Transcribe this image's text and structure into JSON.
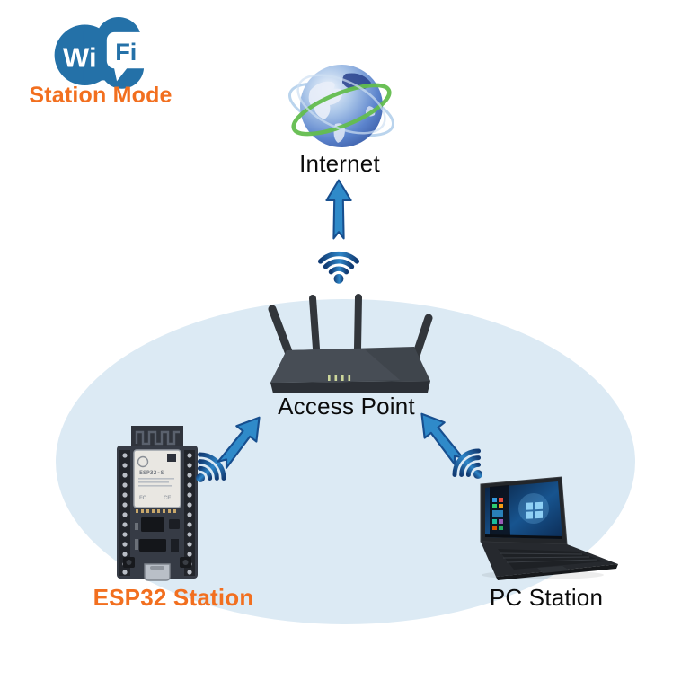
{
  "header": {
    "logo": {
      "wi": "Wi",
      "fi": "Fi"
    },
    "mode_label": "Station Mode"
  },
  "nodes": {
    "internet": {
      "label": "Internet"
    },
    "access_point": {
      "label": "Access Point"
    },
    "esp32": {
      "label": "ESP32 Station",
      "module_text": "ESP32-S",
      "fcc_mark": "FC",
      "ce_mark": "CE"
    },
    "pc": {
      "label": "PC Station"
    }
  },
  "connections": [
    {
      "from": "access_point",
      "to": "internet",
      "type": "arrow-up",
      "signal": "wifi"
    },
    {
      "from": "esp32",
      "to": "access_point",
      "type": "arrow-diagonal",
      "signal": "wifi"
    },
    {
      "from": "pc",
      "to": "access_point",
      "type": "arrow-diagonal",
      "signal": "wifi"
    }
  ],
  "colors": {
    "accent_orange": "#f26f1f",
    "logo_blue": "#2471a8",
    "arrow_fill": "#2f8ac9",
    "arrow_stroke": "#174f8f",
    "wifi_dark": "#123c74",
    "wifi_light": "#2e86c8",
    "coverage": "#dceaf4",
    "label_black": "#0b0b0b"
  }
}
